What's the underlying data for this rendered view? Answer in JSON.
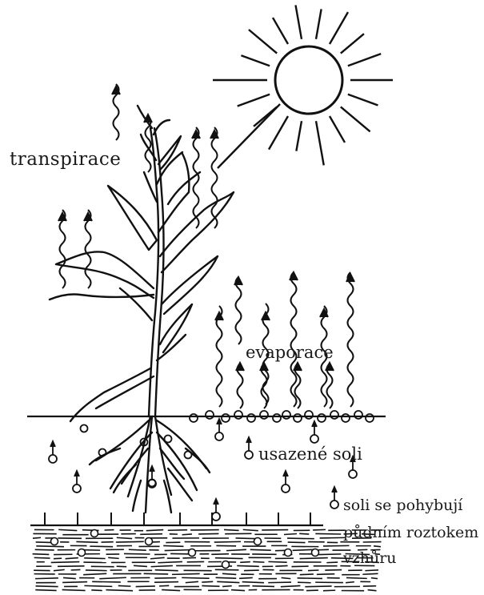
{
  "labels": {
    "transpiration": "transpirace",
    "evaporation": "evaporace",
    "deposited_salts": "usazené soli",
    "salt_movement_line1": "soli se pohybují",
    "salt_movement_line2": "půdním roztokem",
    "salt_movement_line3": "vzhůru"
  },
  "colors": {
    "ink": "#111111",
    "background": "#ffffff"
  }
}
